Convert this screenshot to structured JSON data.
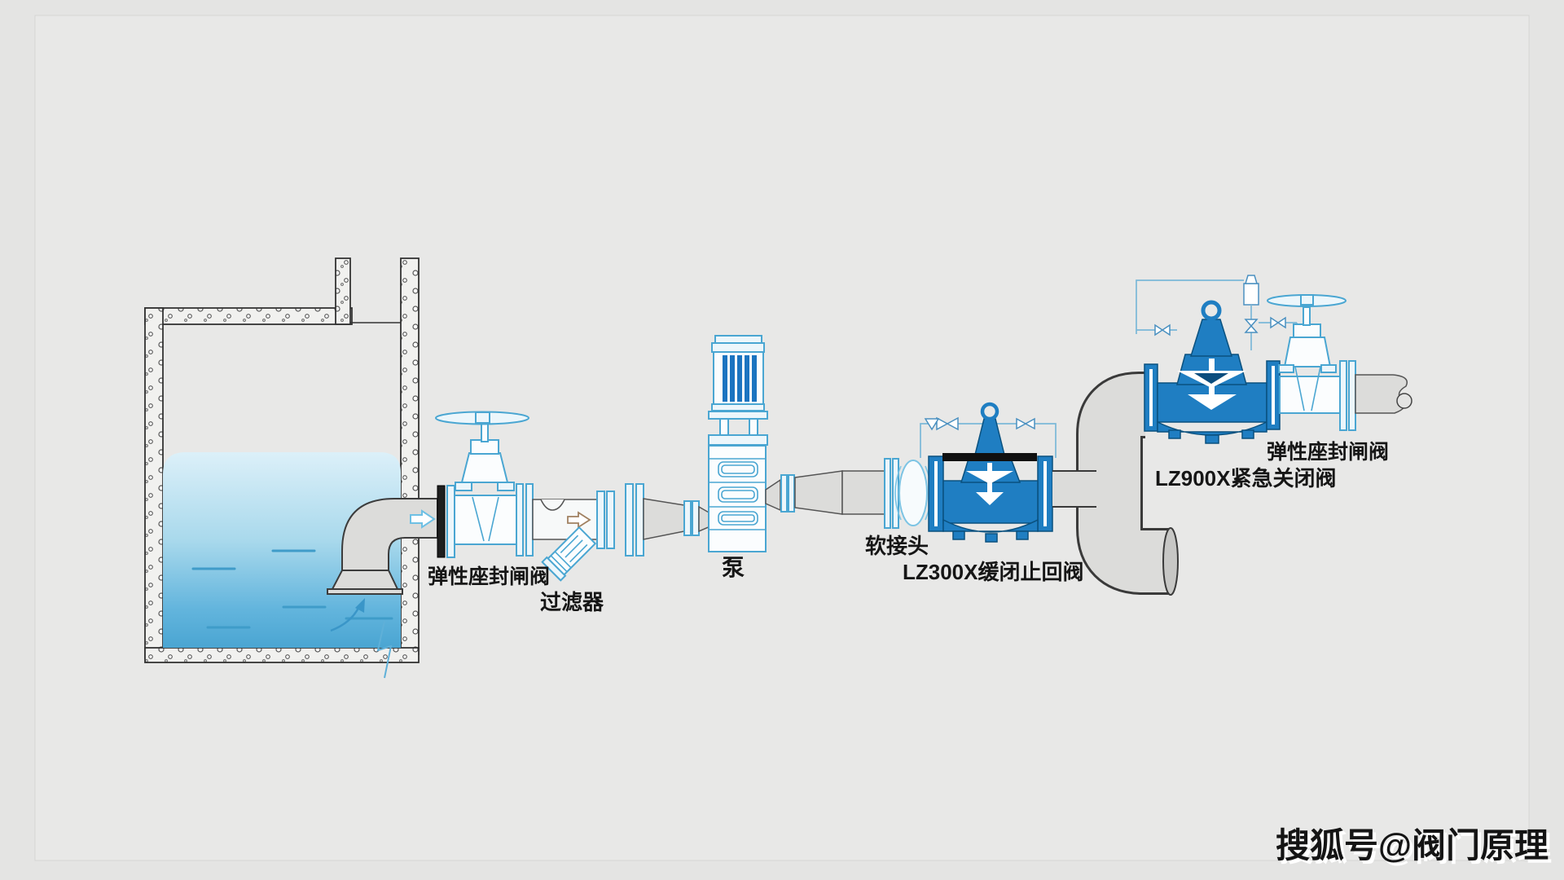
{
  "diagram": {
    "title_context": "pump-and-valve installation schematic",
    "labels": {
      "gate_valve_1": "弹性座封闸阀",
      "strainer": "过滤器",
      "pump": "泵",
      "soft_joint": "软接头",
      "check_valve": "LZ300X缓闭止回阀",
      "emergency_valve": "LZ900X紧急关闭阀",
      "gate_valve_2": "弹性座封闸阀"
    },
    "watermark": "搜狐号@阀门原理",
    "icons": {
      "flow_direction_arrow": "→",
      "suction_up_arrow": "↑"
    },
    "colors": {
      "background": "#e4e4e3",
      "valve_blue": "#1f7ec2",
      "outline_blue": "#4aa6d2",
      "pipe_gray": "#dcdcda",
      "water_top": "#dcf0f9",
      "water_bottom": "#4aa5d2",
      "line_dark": "#333333"
    }
  }
}
